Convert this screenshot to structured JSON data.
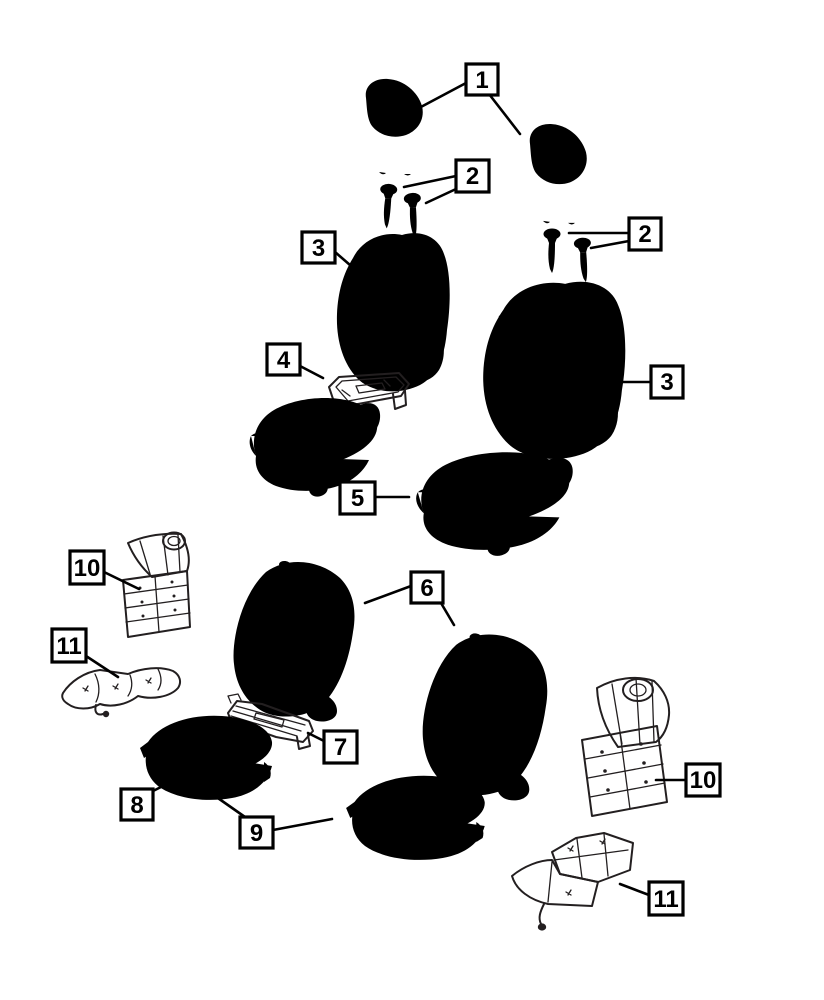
{
  "diagram": {
    "type": "exploded-parts-diagram",
    "description": "Front seat components line drawing with numbered callouts",
    "colors": {
      "background": "#ffffff",
      "line": "#231f20",
      "callout_border": "#000000"
    },
    "callouts": [
      {
        "number": "1",
        "position": "top-center"
      },
      {
        "number": "2",
        "position": "upper-left"
      },
      {
        "number": "2",
        "position": "upper-right"
      },
      {
        "number": "3",
        "position": "left-seat-back"
      },
      {
        "number": "3",
        "position": "right-seat-back"
      },
      {
        "number": "4",
        "position": "mid-left"
      },
      {
        "number": "5",
        "position": "center"
      },
      {
        "number": "6",
        "position": "center-lower"
      },
      {
        "number": "7",
        "position": "lower-center"
      },
      {
        "number": "8",
        "position": "lower-left"
      },
      {
        "number": "9",
        "position": "bottom-center-left"
      },
      {
        "number": "10",
        "position": "mid-left"
      },
      {
        "number": "10",
        "position": "lower-right"
      },
      {
        "number": "11",
        "position": "mid-left-lower"
      },
      {
        "number": "11",
        "position": "bottom-right"
      }
    ]
  }
}
